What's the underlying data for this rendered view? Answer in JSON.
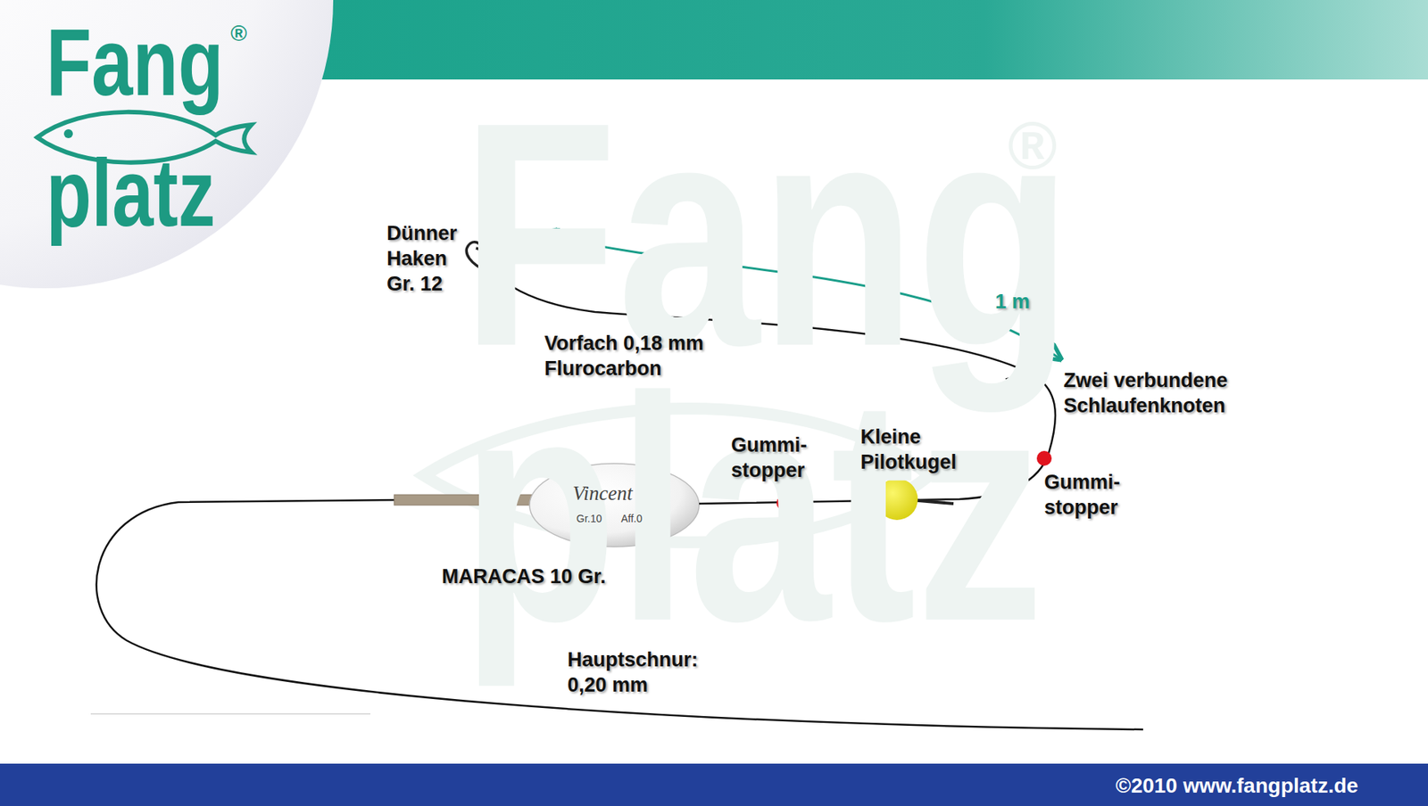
{
  "diagram": {
    "labels": [
      "Fang",
      "platz",
      "®",
      "Fang",
      "platz",
      "®",
      "Dünner Haken Gr. 12",
      "1 m",
      "Vorfach 0,18 mm Flurocarbon",
      "Zwei verbundene Schlaufenknoten",
      "Gummi- stopper",
      "Kleine Pilotkugel",
      "Gummi- stopper",
      "Vincent",
      "Gr.10",
      "Aff.0",
      "MARACAS 10 Gr.",
      "Hauptschnur: 0,20 mm",
      "©2010 www.fangplatz.de"
    ]
  }
}
